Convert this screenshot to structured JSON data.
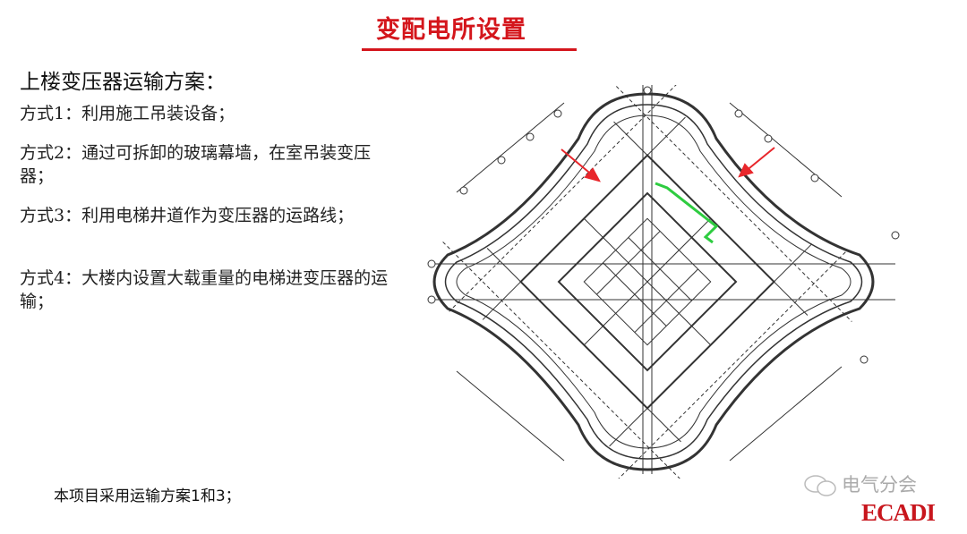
{
  "slide": {
    "title": "变配电所设置",
    "heading": "上楼变压器运输方案：",
    "methods": [
      "方式1：利用施工吊装设备；",
      "方式2：通过可拆卸的玻璃幕墙，在室吊装变压器；",
      "方式3：利用电梯井道作为变压器的运路线；",
      "方式4：大楼内设置大载重量的电梯进变压器的运输；"
    ],
    "conclusion": "本项目采用运输方案1和3；"
  },
  "watermark": {
    "text": "电气分会",
    "icon": "wechat-icon"
  },
  "logo": {
    "text": "ECADI"
  },
  "colors": {
    "title": "#d4161c",
    "arrow": "#e8262b",
    "route": "#2ecc40",
    "logo": "#c8161d"
  }
}
